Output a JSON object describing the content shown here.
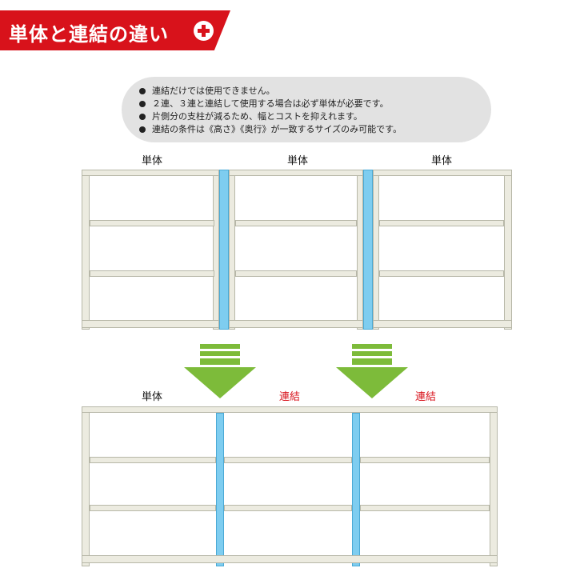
{
  "banner": {
    "title": "単体と連結の違い",
    "icon": "plus-circle-icon"
  },
  "notes": [
    "連結だけでは使用できません。",
    "２連、３連と連結して使用する場合は必ず単体が必要です。",
    "片側分の支柱が減るため、幅とコストを抑えれます。",
    "連結の条件は《高さ》《奥行》が一致するサイズのみ可能です。"
  ],
  "top_labels": [
    "単体",
    "単体",
    "単体"
  ],
  "bottom_labels": [
    "単体",
    "連結",
    "連結"
  ],
  "colors": {
    "accent": "#d8121b",
    "connector": "#7ecdf0",
    "arrow": "#7dbb3a",
    "frame": "#ecebe0"
  }
}
